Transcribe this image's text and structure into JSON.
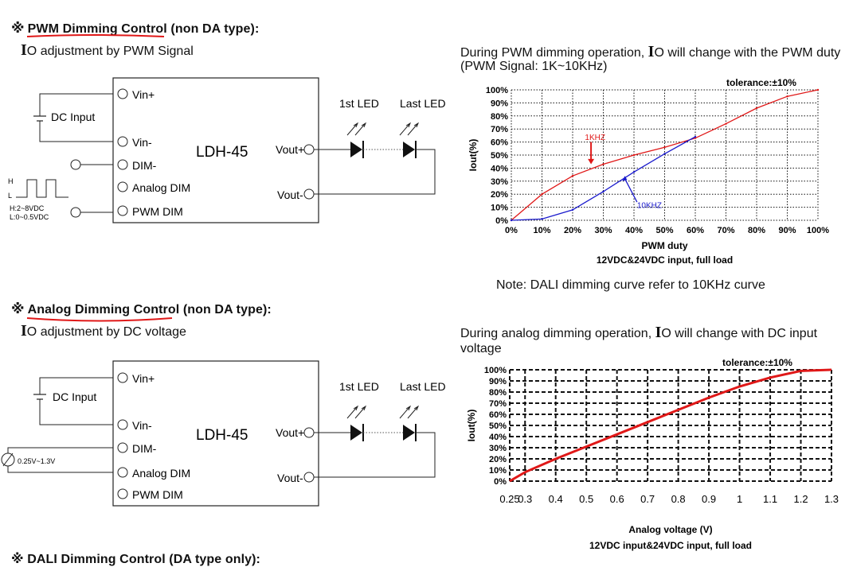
{
  "pwm_section": {
    "mark": "※",
    "title_underlined": "PWM Dimming Control",
    "title_suffix": " (non DA type):",
    "sub_io": "I",
    "sub_rest": "O adjustment by PWM Signal",
    "desc_line1_prefix": "During PWM dimming operation, ",
    "desc_line1_io": "I",
    "desc_line1_rest": "O will change with the PWM duty",
    "desc_line2": "(PWM Signal: 1K~10KHz)",
    "note": "Note: DALI dimming curve refer to 10KHz curve"
  },
  "analog_section": {
    "mark": "※",
    "title_underlined": "Analog Dimming Control",
    "title_suffix": " (non DA type):",
    "sub_io": "I",
    "sub_rest": "O adjustment by DC voltage",
    "desc_prefix": "During analog dimming operation, ",
    "desc_io": "I",
    "desc_rest": "O will change with DC input voltage",
    "bottom_cut": "※ DALI Dimming Control (DA type only):"
  },
  "pwm_diagram": {
    "module": "LDH-45",
    "vin_plus": "Vin+",
    "vin_minus": "Vin-",
    "dim_minus": "DIM-",
    "analog_dim": "Analog DIM",
    "pwm_dim": "PWM DIM",
    "dc_input": "DC Input",
    "vout_plus": "Vout+",
    "vout_minus": "Vout-",
    "led1": "1st LED",
    "led_last": "Last LED",
    "sig_h": "H",
    "sig_l": "L",
    "sig_h_range": "H:2~8VDC",
    "sig_l_range": "L:0~0.5VDC"
  },
  "analog_diagram": {
    "module": "LDH-45",
    "vin_plus": "Vin+",
    "vin_minus": "Vin-",
    "dim_minus": "DIM-",
    "analog_dim": "Analog DIM",
    "pwm_dim": "PWM DIM",
    "dc_input": "DC Input",
    "vout_plus": "Vout+",
    "vout_minus": "Vout-",
    "led1": "1st LED",
    "led_last": "Last LED",
    "pot_range": "0.25V~1.3V"
  },
  "colors": {
    "red": "#e01818",
    "blue": "#1a1acc",
    "underline": "#e01818"
  },
  "chart_data": [
    {
      "type": "line",
      "tolerance": "tolerance:±10%",
      "xlabel": "PWM duty",
      "caption": "12VDC&24VDC input, full load",
      "ylabel": "Iout(%)",
      "x_ticks": [
        "0%",
        "10%",
        "20%",
        "30%",
        "40%",
        "50%",
        "60%",
        "70%",
        "80%",
        "90%",
        "100%"
      ],
      "y_ticks": [
        "0%",
        "10%",
        "20%",
        "30%",
        "40%",
        "50%",
        "60%",
        "70%",
        "80%",
        "90%",
        "100%"
      ],
      "xlim": [
        0,
        100
      ],
      "ylim": [
        0,
        100
      ],
      "grid": true,
      "series": [
        {
          "name": "1KHZ",
          "color": "#e01818",
          "x": [
            0,
            10,
            20,
            30,
            40,
            50,
            60,
            70,
            80,
            90,
            100
          ],
          "y": [
            0,
            20,
            34,
            43,
            50,
            56,
            63,
            74,
            86,
            95,
            100
          ]
        },
        {
          "name": "10KHZ",
          "color": "#1a1acc",
          "x": [
            0,
            10,
            20,
            30,
            40,
            50,
            60
          ],
          "y": [
            0,
            1,
            8,
            22,
            37,
            51,
            64
          ]
        }
      ],
      "annotations": [
        {
          "text": "1KHZ",
          "color": "#e01818"
        },
        {
          "text": "10KHZ",
          "color": "#1a1acc"
        }
      ]
    },
    {
      "type": "line",
      "tolerance": "tolerance:±10%",
      "xlabel": "Analog voltage (V)",
      "caption": "12VDC input&24VDC input, full load",
      "ylabel": "Iout(%)",
      "x_ticks": [
        "0.25",
        "0.3",
        "0.4",
        "0.5",
        "0.6",
        "0.7",
        "0.8",
        "0.9",
        "1",
        "1.1",
        "1.2",
        "1.3"
      ],
      "y_ticks": [
        "0%",
        "10%",
        "20%",
        "30%",
        "40%",
        "50%",
        "60%",
        "70%",
        "80%",
        "90%",
        "100%"
      ],
      "xlim": [
        0.25,
        1.3
      ],
      "ylim": [
        0,
        100
      ],
      "grid": true,
      "series": [
        {
          "name": "",
          "color": "#e01818",
          "x": [
            0.25,
            0.3,
            0.4,
            0.5,
            0.6,
            0.7,
            0.8,
            0.9,
            1.0,
            1.1,
            1.2,
            1.3
          ],
          "y": [
            0,
            8,
            20,
            31,
            42,
            53,
            64,
            75,
            85,
            93,
            99,
            100
          ]
        }
      ]
    }
  ]
}
